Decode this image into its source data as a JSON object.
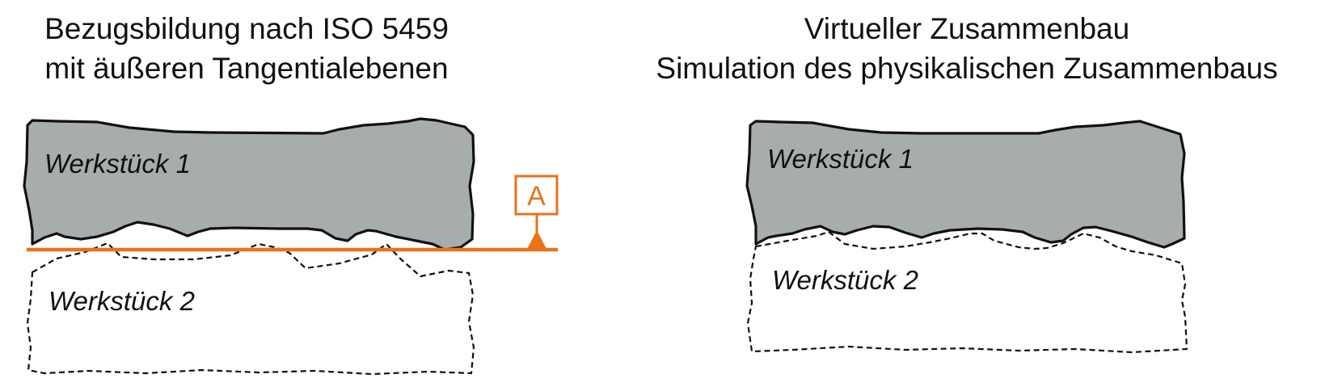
{
  "left_panel": {
    "title_line1": "Bezugsbildung nach ISO 5459",
    "title_line2": "mit äußeren Tangentialebenen",
    "workpiece1_label": "Werkstück 1",
    "workpiece2_label": "Werkstück 2",
    "datum_letter": "A"
  },
  "right_panel": {
    "title_line1": "Virtueller Zusammenbau",
    "title_line2": "Simulation des physikalischen Zusammenbaus",
    "workpiece1_label": "Werkstück 1",
    "workpiece2_label": "Werkstück 2"
  },
  "colors": {
    "datum": "#e8731a",
    "workpiece_fill": "#a7adac",
    "outline": "#111111"
  }
}
